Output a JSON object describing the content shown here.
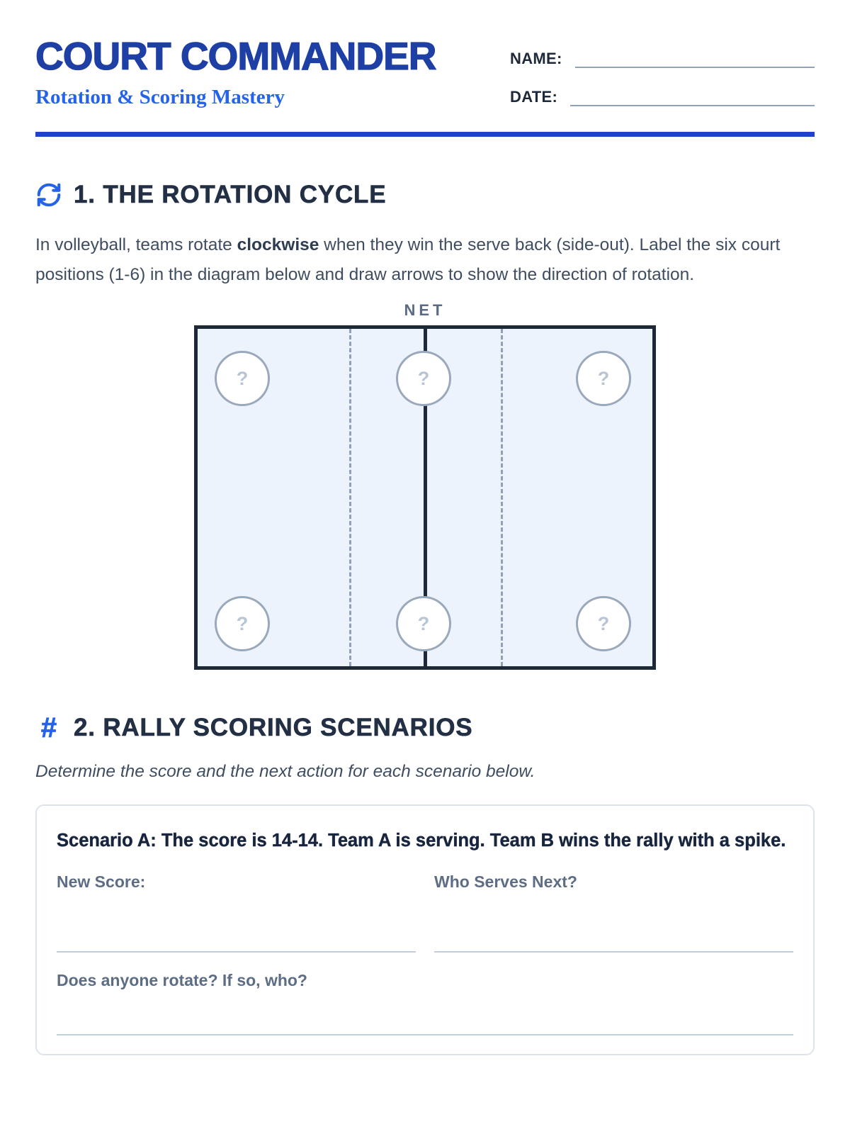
{
  "colors": {
    "brand_blue": "#1e3fa4",
    "accent_blue": "#2563eb",
    "divider_blue": "#1d43c8",
    "heading_navy": "#222f44",
    "body_slate": "#3f4d61",
    "net_slate": "#5b6b85",
    "court_fill": "#edf3fc",
    "court_border": "#1e2937",
    "dash_slate": "#8fa0b8",
    "circle_border": "#9aa8bb",
    "placeholder_blue": "#b9c4d4",
    "card_border": "#dde3ed",
    "label_slate": "#5d6d85",
    "line_light": "#c3cedd",
    "line_mid": "#90a2ba"
  },
  "header": {
    "title": "COURT COMMANDER",
    "subtitle": "Rotation & Scoring Mastery",
    "name_label": "NAME:",
    "date_label": "DATE:",
    "name_value": "",
    "date_value": ""
  },
  "section1": {
    "heading": "1. THE ROTATION CYCLE",
    "icon": "refresh-cycle-icon",
    "intro": {
      "before": "In volleyball, teams rotate ",
      "bold": "clockwise",
      "after": " when they win the serve back (side-out). Label the six court positions (1-6) in the diagram below and draw arrows to show the direction of rotation."
    },
    "court": {
      "net_label": "NET",
      "placeholders": [
        "?",
        "?",
        "?",
        "?",
        "?",
        "?"
      ]
    }
  },
  "section2": {
    "heading": "2. RALLY SCORING SCENARIOS",
    "icon": "hash-icon",
    "icon_glyph": "#",
    "instruction": "Determine the score and the next action for each scenario below.",
    "scenario_a": {
      "title": "Scenario A: The score is 14-14. Team A is serving. Team B wins the rally with a spike.",
      "fields": {
        "new_score_label": "New Score:",
        "new_score_value": "",
        "who_serves_label": "Who Serves Next?",
        "who_serves_value": "",
        "rotate_label": "Does anyone rotate? If so, who?",
        "rotate_value": ""
      }
    }
  }
}
